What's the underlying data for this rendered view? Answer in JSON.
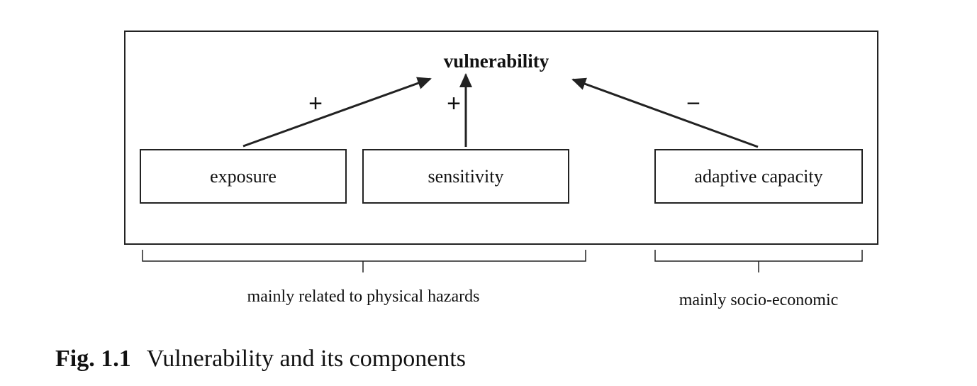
{
  "diagram": {
    "central_node": "vulnerability",
    "components": [
      {
        "id": "exposure",
        "label": "exposure",
        "sign": "+"
      },
      {
        "id": "sensitivity",
        "label": "sensitivity",
        "sign": "+"
      },
      {
        "id": "adaptive",
        "label": "adaptive capacity",
        "sign": "−"
      }
    ],
    "groups": [
      {
        "label": "mainly related to physical hazards",
        "covers": [
          "exposure",
          "sensitivity"
        ]
      },
      {
        "label": "mainly socio-economic",
        "covers": [
          "adaptive"
        ]
      }
    ],
    "colors": {
      "stroke": "#222222",
      "text": "#111111"
    }
  },
  "caption": {
    "number": "Fig. 1.1",
    "text": "Vulnerability and its components"
  }
}
